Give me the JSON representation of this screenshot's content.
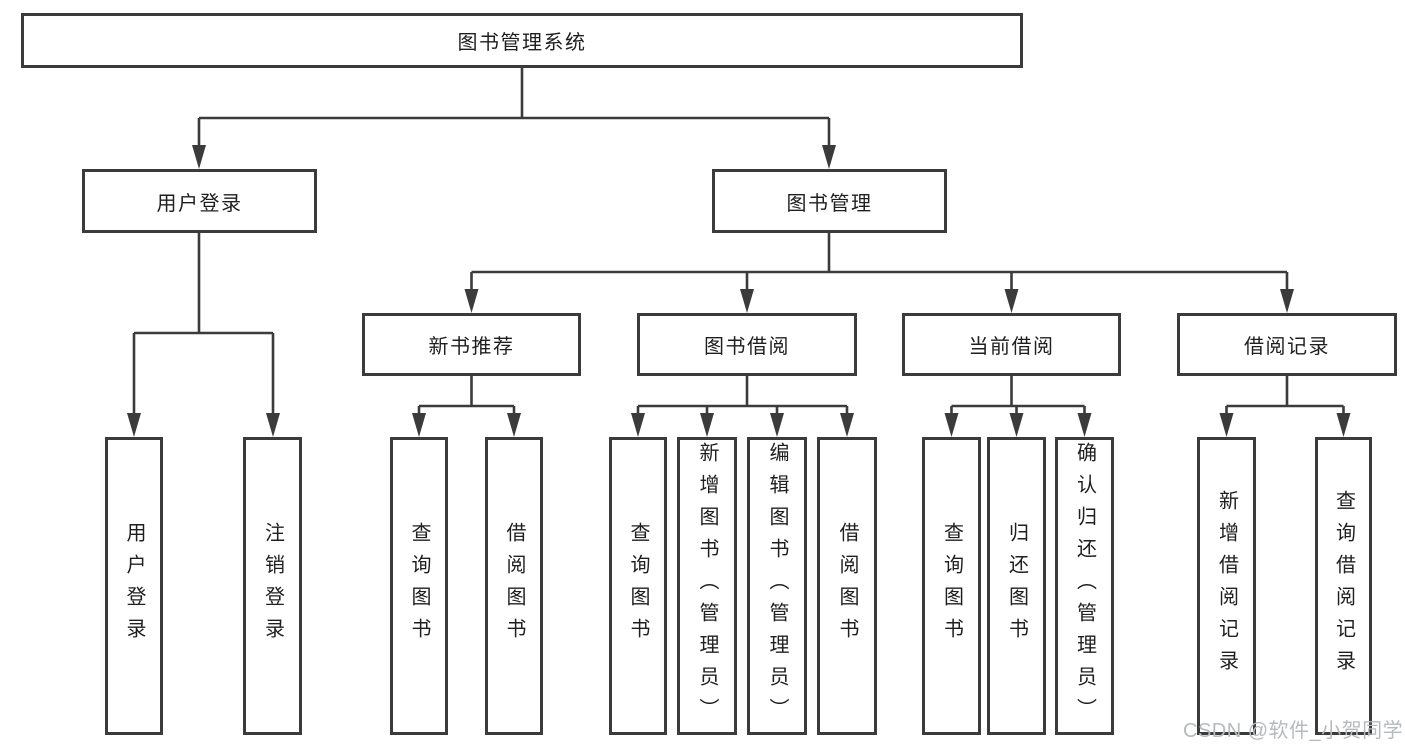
{
  "diagram": {
    "root": {
      "label": "图书管理系统"
    },
    "level2": [
      {
        "label": "用户登录"
      },
      {
        "label": "图书管理"
      }
    ],
    "level3": [
      {
        "label": "新书推荐"
      },
      {
        "label": "图书借阅"
      },
      {
        "label": "当前借阅"
      },
      {
        "label": "借阅记录"
      }
    ],
    "leaves": [
      {
        "label": "用户登录"
      },
      {
        "label": "注销登录"
      },
      {
        "label": "查询图书"
      },
      {
        "label": "借阅图书"
      },
      {
        "label": "查询图书"
      },
      {
        "label": "新增图书（管理员）"
      },
      {
        "label": "编辑图书（管理员）"
      },
      {
        "label": "借阅图书"
      },
      {
        "label": "查询图书"
      },
      {
        "label": "归还图书"
      },
      {
        "label": "确认归还（管理员）"
      },
      {
        "label": "新增借阅记录"
      },
      {
        "label": "查询借阅记录"
      }
    ]
  },
  "watermark": {
    "text": "CSDN @软件_小贺同学"
  },
  "colors": {
    "line": "#3b3b3b",
    "text": "#1f1f1f",
    "watermark": "#b7babc",
    "background": "#ffffff"
  }
}
